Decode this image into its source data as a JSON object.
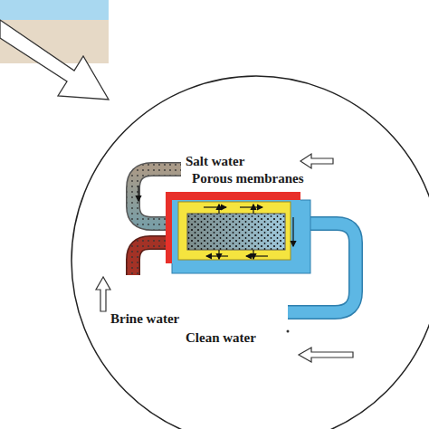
{
  "diagram": {
    "nodes": [
      {
        "text": [
          "Salt water",
          "Porous membranes",
          "Brine water",
          "Clean water"
        ]
      }
    ]
  }
}
